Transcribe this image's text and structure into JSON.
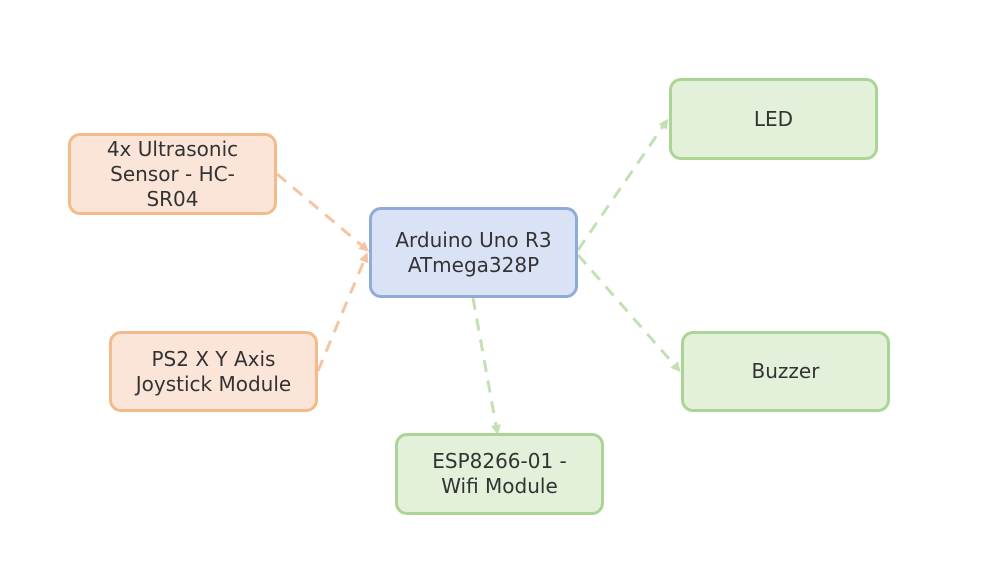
{
  "diagram": {
    "nodes": {
      "ultrasonic": {
        "label": "4x Ultrasonic\nSensor - HC-\nSR04"
      },
      "joystick": {
        "label": "PS2 X Y Axis\nJoystick Module"
      },
      "arduino": {
        "label": "Arduino Uno R3\nATmega328P"
      },
      "esp": {
        "label": "ESP8266-01 -\nWifi Module"
      },
      "led": {
        "label": "LED"
      },
      "buzzer": {
        "label": "Buzzer"
      }
    },
    "edges": [
      {
        "from": "ultrasonic",
        "to": "arduino",
        "color": "#f5c5a3"
      },
      {
        "from": "joystick",
        "to": "arduino",
        "color": "#f5c5a3"
      },
      {
        "from": "arduino",
        "to": "led",
        "color": "#c4e0b3"
      },
      {
        "from": "arduino",
        "to": "buzzer",
        "color": "#c4e0b3"
      },
      {
        "from": "arduino",
        "to": "esp",
        "color": "#c4e0b3"
      }
    ]
  }
}
